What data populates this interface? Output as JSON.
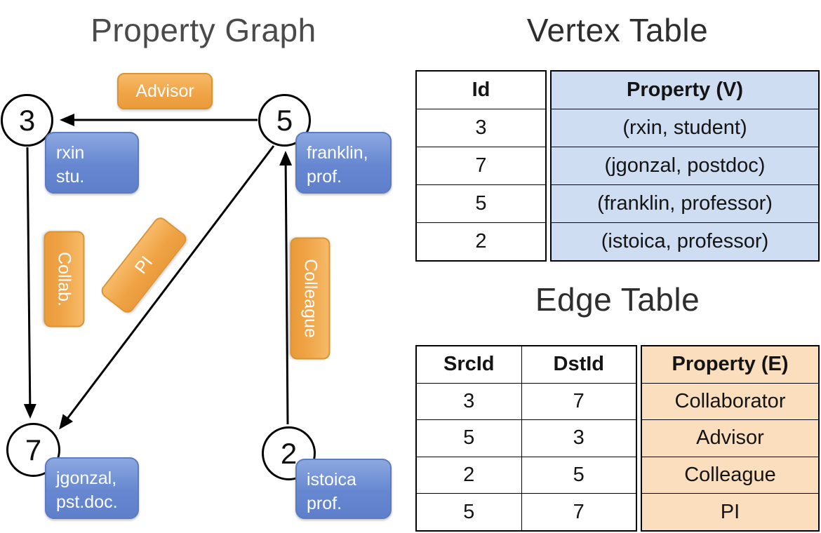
{
  "graph": {
    "title": "Property Graph",
    "nodes": {
      "n3": {
        "id": "3",
        "property": "rxin\nstu."
      },
      "n5": {
        "id": "5",
        "property": "franklin,\nprof."
      },
      "n7": {
        "id": "7",
        "property": "jgonzal,\npst.doc."
      },
      "n2": {
        "id": "2",
        "property": "istoica\nprof."
      }
    },
    "edge_labels": {
      "advisor": "Advisor",
      "collab": "Collab.",
      "pi": "PI",
      "colleague": "Colleague"
    }
  },
  "vertex_table": {
    "title": "Vertex Table",
    "id_header": "Id",
    "property_header": "Property (V)",
    "rows": [
      [
        "3",
        "(rxin, student)"
      ],
      [
        "7",
        "(jgonzal, postdoc)"
      ],
      [
        "5",
        "(franklin, professor)"
      ],
      [
        "2",
        "(istoica, professor)"
      ]
    ]
  },
  "edge_table": {
    "title": "Edge Table",
    "src_header": "SrcId",
    "dst_header": "DstId",
    "property_header": "Property (E)",
    "rows": [
      [
        "3",
        "7",
        "Collaborator"
      ],
      [
        "5",
        "3",
        "Advisor"
      ],
      [
        "2",
        "5",
        "Colleague"
      ],
      [
        "5",
        "7",
        "PI"
      ]
    ]
  },
  "colors": {
    "edge_box_orange": "#EFA345",
    "vertex_box_blue": "#6687D0",
    "vertex_cell_blue": "#CEDDF1",
    "edge_cell_orange": "#FADEBD",
    "line_black": "#000000"
  }
}
